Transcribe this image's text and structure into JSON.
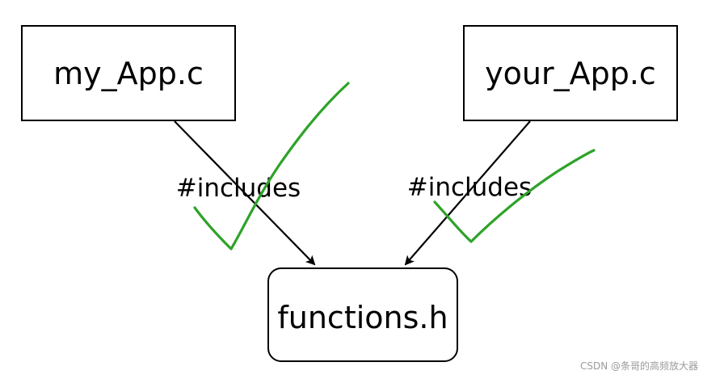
{
  "nodes": {
    "my_app": {
      "label": "my_App.c"
    },
    "your_app": {
      "label": "your_App.c"
    },
    "functions": {
      "label": "functions.h"
    }
  },
  "edges": {
    "left": {
      "label": "#includes"
    },
    "right": {
      "label": "#includes"
    }
  },
  "annotations": {
    "check_color": "#2ea329"
  },
  "watermark": "CSDN @条哥的高频放大器"
}
